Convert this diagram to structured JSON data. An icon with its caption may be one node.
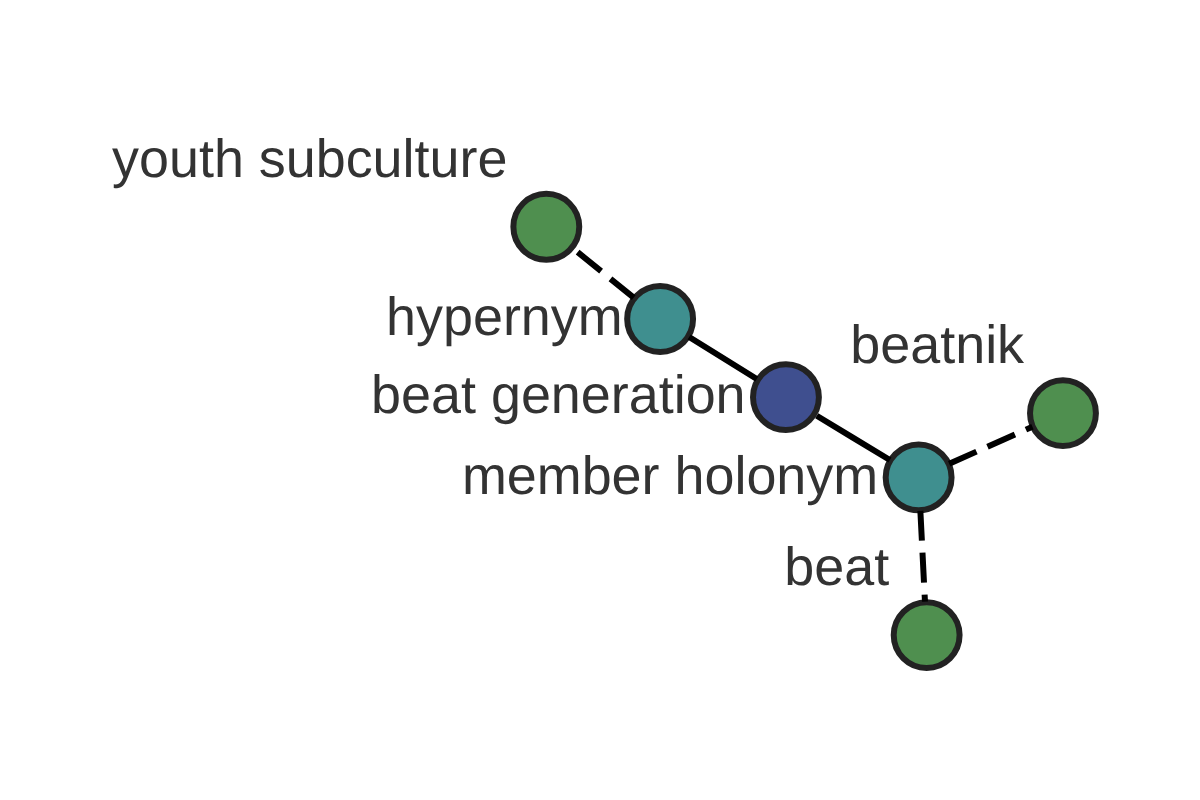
{
  "diagram": {
    "nodes": [
      {
        "text": [
          "beat generation"
        ]
      },
      {
        "text": [
          "member holonym"
        ]
      },
      {
        "text": [
          "beat"
        ]
      },
      {
        "text": [
          "beatnik"
        ]
      },
      {
        "text": [
          "hypernym"
        ]
      },
      {
        "text": [
          "youth subculture"
        ]
      }
    ],
    "edges": [
      {
        "from": 0,
        "to": 1,
        "arrow": "none"
      },
      {
        "from": 1,
        "to": 2,
        "arrow": "none",
        "style": "dashed"
      },
      {
        "from": 1,
        "to": 3,
        "arrow": "none",
        "style": "dashed"
      },
      {
        "from": 0,
        "to": 4,
        "arrow": "none"
      },
      {
        "from": 4,
        "to": 5,
        "arrow": "none",
        "style": "dashed"
      }
    ]
  }
}
